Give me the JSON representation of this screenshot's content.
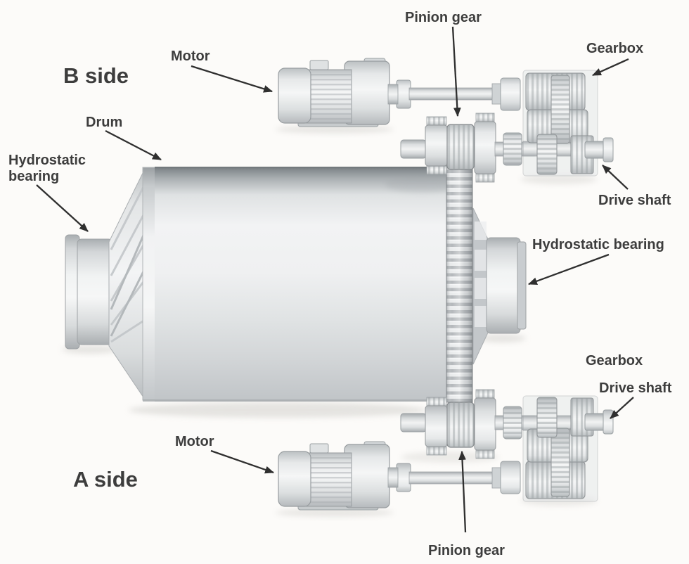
{
  "figure": {
    "side_labels": {
      "b": "B side",
      "a": "A side"
    },
    "annotations": {
      "motor_top": "Motor",
      "drum": "Drum",
      "hydrostatic_bearing_left": {
        "line1": "Hydrostatic",
        "line2": "bearing"
      },
      "pinion_gear_top": "Pinion gear",
      "gearbox_top": "Gearbox",
      "drive_shaft_top": "Drive shaft",
      "hydrostatic_bearing_right": "Hydrostatic bearing",
      "gearbox_bottom": "Gearbox",
      "drive_shaft_bottom": "Drive shaft",
      "pinion_gear_bottom": "Pinion gear",
      "motor_bottom": "Motor"
    },
    "colors": {
      "ink": "#3d3d3d",
      "arrow": "#2f2f2f",
      "background": "#fcfbf9",
      "metal_light": "#f2f3f4",
      "metal_dark": "#9aa0a4"
    }
  }
}
